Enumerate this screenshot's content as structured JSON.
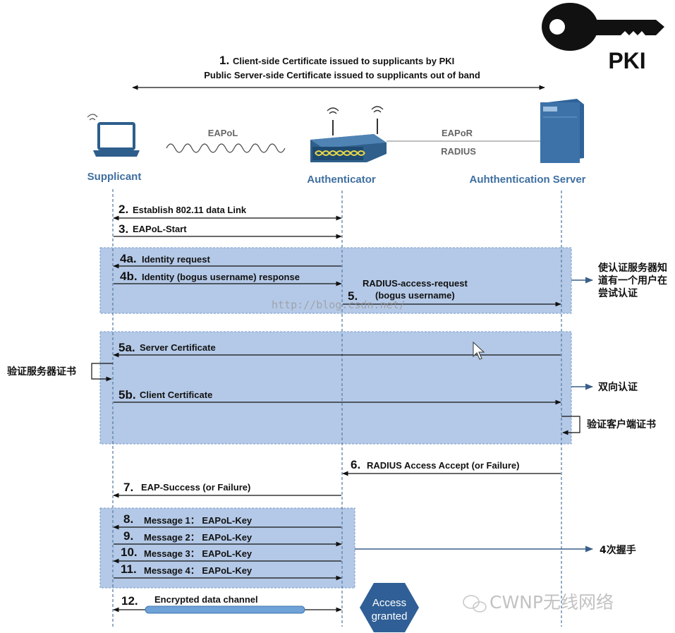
{
  "header": {
    "num": "1.",
    "line1": "Client-side Certificate issued to supplicants by PKI",
    "line2": "Public Server-side Certificate issued to supplicants out of band"
  },
  "pki_label": "PKI",
  "actors": {
    "supplicant": "Supplicant",
    "authenticator": "Authenticator",
    "auth_server": "Auhthentication Server"
  },
  "wires": {
    "eapol": "EAPoL",
    "eapor": "EAPoR",
    "radius": "RADIUS"
  },
  "steps": {
    "s2": {
      "num": "2.",
      "text": "Establish 802.11 data Link"
    },
    "s3": {
      "num": "3.",
      "text": "EAPoL-Start"
    },
    "s4a": {
      "num": "4a.",
      "text": "Identity request"
    },
    "s4b": {
      "num": "4b.",
      "text": "Identity (bogus username) response"
    },
    "s5": {
      "num": "5.",
      "text1": "RADIUS-access-request",
      "text2": "(bogus username)"
    },
    "s5a": {
      "num": "5a.",
      "text": "Server Certificate"
    },
    "s5b": {
      "num": "5b.",
      "text": "Client Certificate"
    },
    "s6": {
      "num": "6.",
      "text": "RADIUS Access Accept (or Failure)"
    },
    "s7": {
      "num": "7.",
      "text": "EAP-Success (or Failure)"
    },
    "s8": {
      "num": "8.",
      "text": "Message 1： EAPoL-Key"
    },
    "s9": {
      "num": "9.",
      "text": "Message 2： EAPoL-Key"
    },
    "s10": {
      "num": "10.",
      "text": "Message 3： EAPoL-Key"
    },
    "s11": {
      "num": "11.",
      "text": "Message 4： EAPoL-Key"
    },
    "s12": {
      "num": "12.",
      "text": "Encrypted  data channel"
    }
  },
  "notes": {
    "identity_line1": "使认证服务器知",
    "identity_line2": "道有一个用户在",
    "identity_line3": "尝试认证",
    "mutual_auth": "双向认证",
    "verify_server_cert": "验证服务器证书",
    "verify_client_cert": "验证客户端证书",
    "four_way": "4次握手"
  },
  "access_granted": {
    "line1": "Access",
    "line2": "granted"
  },
  "watermark_url": "http://blog.csdn.net/",
  "watermark_brand": "CWNP无线网络",
  "colors": {
    "band_fill": "#b4c9e7",
    "band_border": "#7a9cc8",
    "lifeline": "#5b7fa6",
    "actor_text": "#3f6fa0",
    "server_blue": "#3c72a8",
    "hexagon": "#2f5f96"
  }
}
